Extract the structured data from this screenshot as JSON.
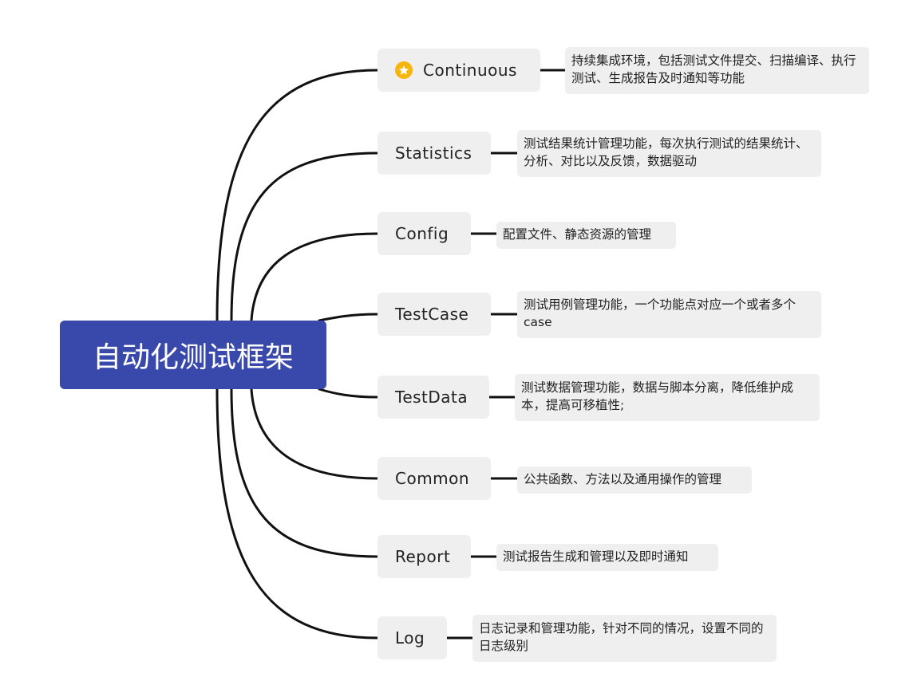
{
  "central": {
    "label": "自动化测试框架"
  },
  "branches": [
    {
      "label": "Continuous",
      "icon": "star-icon",
      "note": "持续集成环境，包括测试文件提交、扫描编译、执行测试、生成报告及时通知等功能"
    },
    {
      "label": "Statistics",
      "note": "测试结果统计管理功能，每次执行测试的结果统计、分析、对比以及反馈，数据驱动"
    },
    {
      "label": "Config",
      "note": "配置文件、静态资源的管理"
    },
    {
      "label": "TestCase",
      "note": "测试用例管理功能，一个功能点对应一个或者多个case"
    },
    {
      "label": "TestData",
      "note": "测试数据管理功能，数据与脚本分离，降低维护成本，提高可移植性;"
    },
    {
      "label": "Common",
      "note": "公共函数、方法以及通用操作的管理"
    },
    {
      "label": "Report",
      "note": "测试报告生成和管理以及即时通知"
    },
    {
      "label": "Log",
      "note": "日志记录和管理功能，针对不同的情况，设置不同的日志级别"
    }
  ],
  "colors": {
    "central_fill": "#3949ab",
    "topic_fill": "#efefef",
    "line": "#111111",
    "star": "#f5b50a"
  }
}
